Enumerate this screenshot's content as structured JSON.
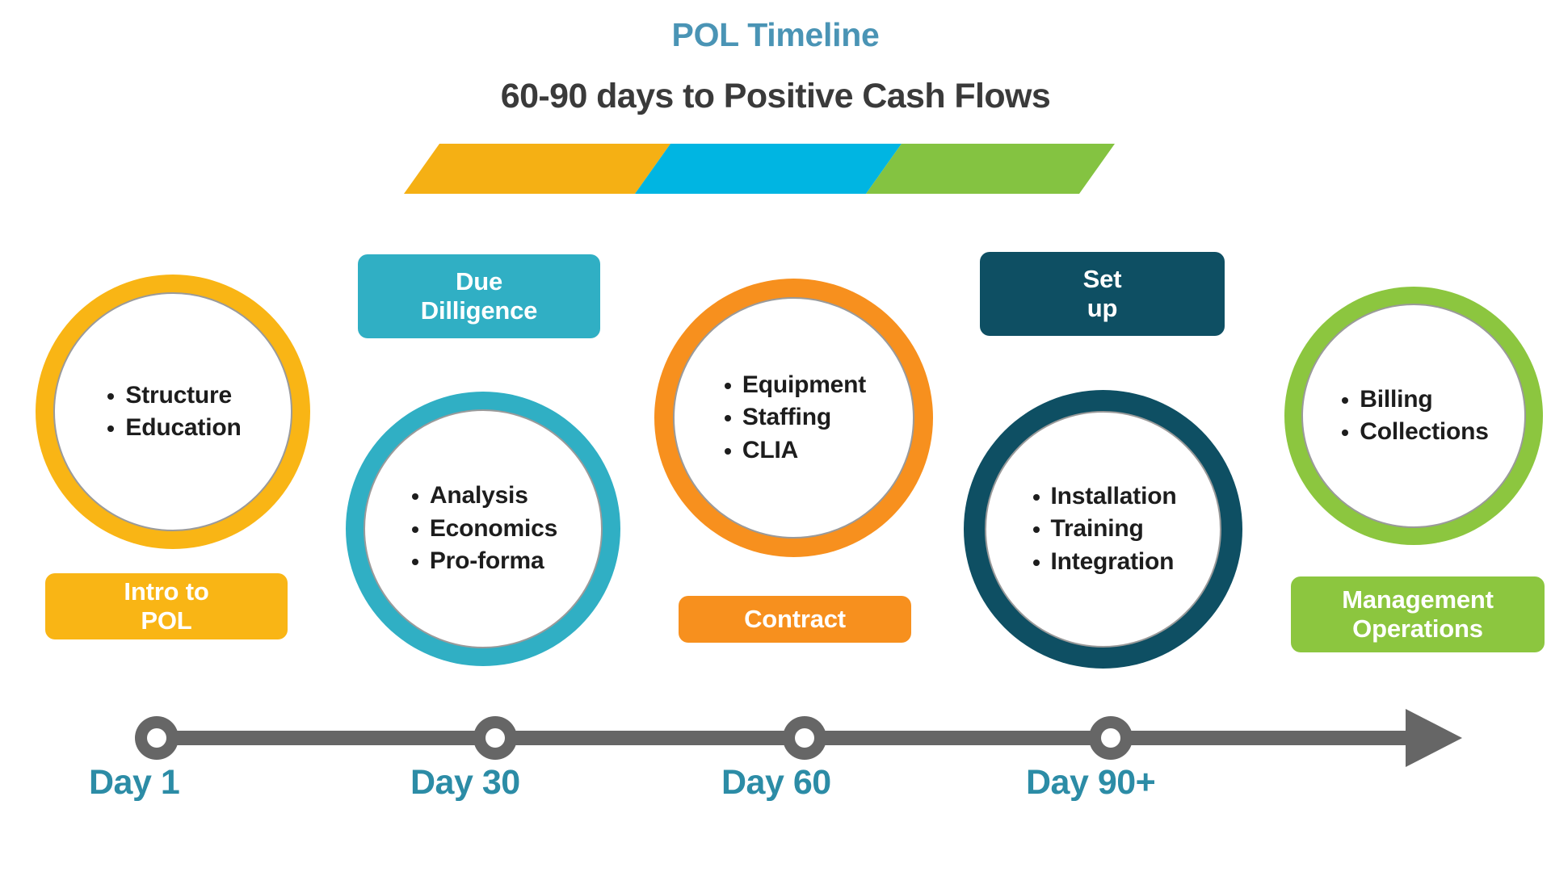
{
  "header": {
    "title": "POL Timeline",
    "subtitle": "60-90 days to Positive Cash Flows"
  },
  "colors": {
    "title": "#4a94b5",
    "subtitle": "#3a3a3a",
    "amber": "#f9b515",
    "bar_amber": "#f5b014",
    "teal": "#30afc4",
    "bar_cyan": "#00b5e2",
    "orange": "#f7901e",
    "dark_teal": "#0e4f63",
    "green": "#8cc63f",
    "bar_green": "#84c341",
    "axis_gray": "#666666",
    "day_label": "#2c8ca6"
  },
  "progress_bar": {
    "segments": [
      {
        "name": "segment-amber",
        "color": "#f5b014"
      },
      {
        "name": "segment-cyan",
        "color": "#00b5e2"
      },
      {
        "name": "segment-green",
        "color": "#84c341"
      }
    ]
  },
  "stages": [
    {
      "id": "intro-to-pol",
      "label": "Intro to\nPOL",
      "label_line1": "Intro to",
      "label_line2": "POL",
      "color": "#f9b515",
      "bullets": [
        "Structure",
        "Education"
      ]
    },
    {
      "id": "due-dilligence",
      "label": "Due\nDilligence",
      "label_line1": "Due",
      "label_line2": "Dilligence",
      "color": "#30afc4",
      "bullets": [
        "Analysis",
        "Economics",
        "Pro-forma"
      ]
    },
    {
      "id": "contract",
      "label": "Contract",
      "label_line1": "Contract",
      "label_line2": "",
      "color": "#f7901e",
      "bullets": [
        "Equipment",
        "Staffing",
        "CLIA"
      ]
    },
    {
      "id": "set-up",
      "label": "Set\nup",
      "label_line1": "Set",
      "label_line2": "up",
      "color": "#0e4f63",
      "bullets": [
        "Installation",
        "Training",
        "Integration"
      ]
    },
    {
      "id": "management-operations",
      "label": "Management\nOperations",
      "label_line1": "Management",
      "label_line2": "Operations",
      "color": "#8cc63f",
      "bullets": [
        "Billing",
        "Collections"
      ]
    }
  ],
  "timeline": {
    "axis_color": "#666666",
    "markers": [
      {
        "label": "Day 1"
      },
      {
        "label": "Day 30"
      },
      {
        "label": "Day 60"
      },
      {
        "label": "Day 90+"
      }
    ]
  }
}
